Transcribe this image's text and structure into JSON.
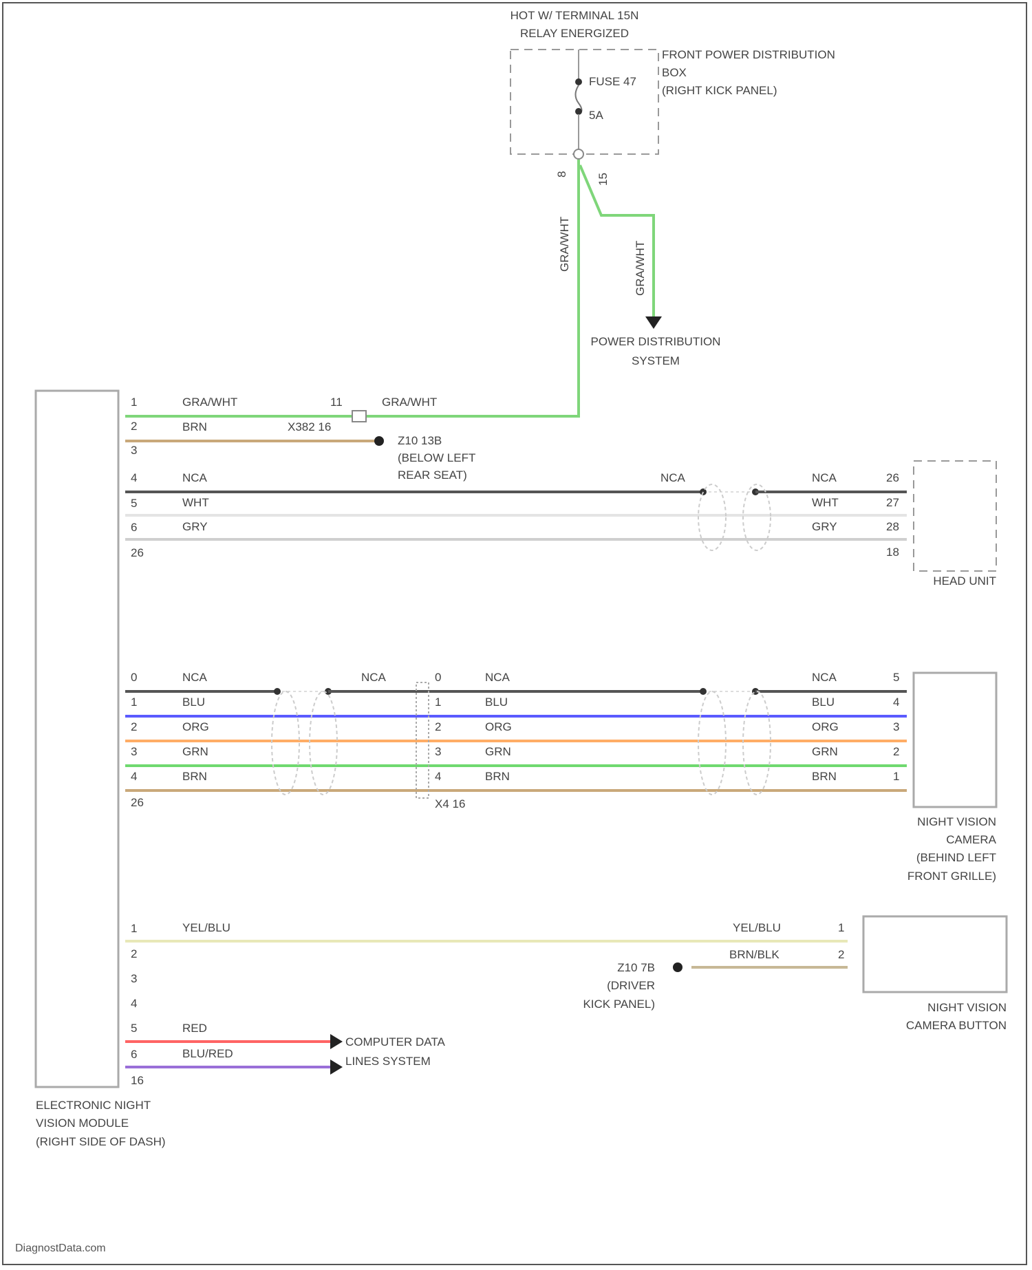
{
  "colors": {
    "gra_wht": "#7fd67a",
    "brn": "#c9a87a",
    "nca": "#555555",
    "wht": "#e4e4e4",
    "gry": "#cfcfcf",
    "blu": "#5b5bff",
    "org": "#ffad66",
    "grn": "#6fd96f",
    "yel_blu": "#e8e8b8",
    "brn_blk": "#c7b896",
    "red": "#ff6464",
    "blu_red": "#9a6fd8"
  },
  "top": {
    "hot_label_1": "HOT W/ TERMINAL 15N",
    "hot_label_2": "RELAY ENERGIZED",
    "box_label_1": "FRONT POWER DISTRIBUTION",
    "box_label_2": "BOX",
    "box_label_3": "(RIGHT KICK PANEL)",
    "fuse_label": "FUSE 47",
    "fuse_amp": "5A",
    "pin_a": "8",
    "pin_b": "15",
    "wire_left": "GRA/WHT",
    "wire_right": "GRA/WHT",
    "pds_label_1": "POWER DISTRIBUTION",
    "pds_label_2": "SYSTEM"
  },
  "module": {
    "label_1": "ELECTRONIC NIGHT",
    "label_2": "VISION MODULE",
    "label_3": "(RIGHT SIDE OF DASH)"
  },
  "group1": {
    "pins": [
      "1",
      "2",
      "3",
      "4",
      "5",
      "6",
      "26"
    ],
    "wire1": "GRA/WHT",
    "conn_pin": "11",
    "wire1_right": "GRA/WHT",
    "wire2": "BRN",
    "conn_label": "X382 16",
    "ground_1": "Z10 13B",
    "ground_2": "(BELOW LEFT",
    "ground_3": "REAR SEAT)",
    "wire4": "NCA",
    "wire4_mid": "NCA",
    "wire4_right": "NCA",
    "wire5": "WHT",
    "wire5_right": "WHT",
    "wire6": "GRY",
    "wire6_right": "GRY",
    "hu_pins": [
      "26",
      "27",
      "28",
      "18"
    ],
    "hu_label": "HEAD UNIT"
  },
  "group2": {
    "left_pins": [
      "0",
      "1",
      "2",
      "3",
      "4",
      "26"
    ],
    "left_wires": [
      "NCA",
      "BLU",
      "ORG",
      "GRN",
      "BRN"
    ],
    "nca_mid": "NCA",
    "mid_pins": [
      "0",
      "1",
      "2",
      "3",
      "4"
    ],
    "mid_wires": [
      "NCA",
      "BLU",
      "ORG",
      "GRN",
      "BRN"
    ],
    "conn_label": "X4 16",
    "right_wires": [
      "NCA",
      "BLU",
      "ORG",
      "GRN",
      "BRN"
    ],
    "right_pins": [
      "5",
      "4",
      "3",
      "2",
      "1"
    ],
    "cam_label_1": "NIGHT VISION",
    "cam_label_2": "CAMERA",
    "cam_label_3": "(BEHIND LEFT",
    "cam_label_4": "FRONT GRILLE)"
  },
  "group3": {
    "pins": [
      "1",
      "2",
      "3",
      "4",
      "5",
      "6",
      "16"
    ],
    "wire1": "YEL/BLU",
    "wire1_right": "YEL/BLU",
    "wire2_right": "BRN/BLK",
    "btn_pins": [
      "1",
      "2"
    ],
    "ground_1": "Z10 7B",
    "ground_2": "(DRIVER",
    "ground_3": "KICK PANEL)",
    "wire5": "RED",
    "wire6": "BLU/RED",
    "cds_1": "COMPUTER DATA",
    "cds_2": "LINES SYSTEM",
    "btn_label_1": "NIGHT VISION",
    "btn_label_2": "CAMERA BUTTON"
  },
  "footer": "DiagnostData.com"
}
